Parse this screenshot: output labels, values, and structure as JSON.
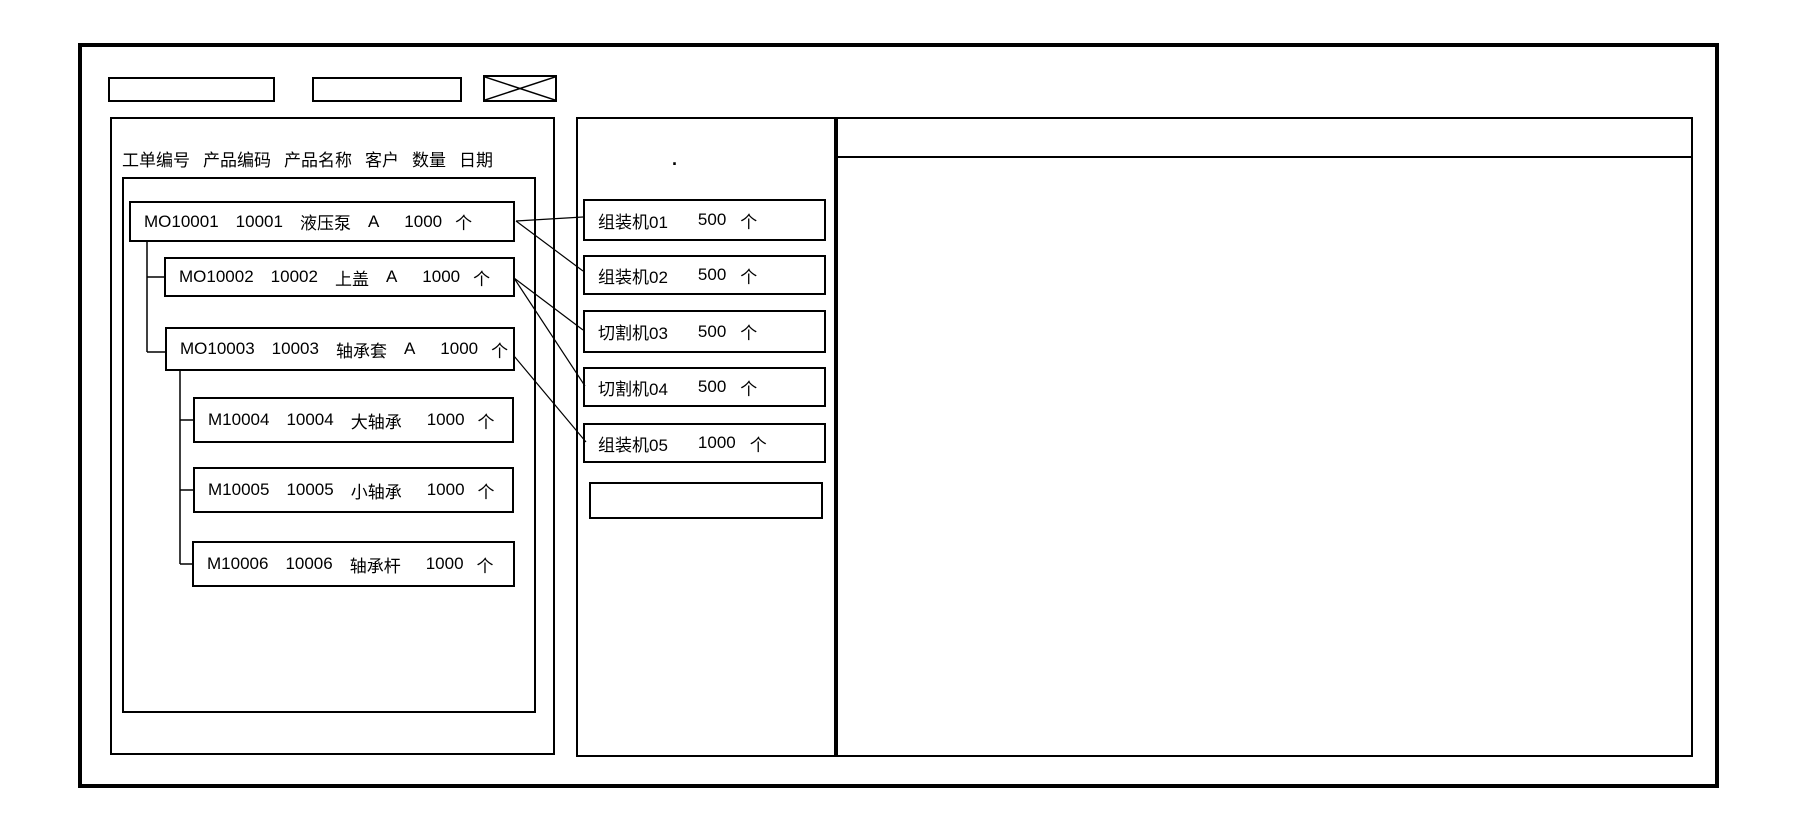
{
  "colors": {
    "stroke": "#000000",
    "background": "#ffffff"
  },
  "toolbar": {
    "field1_value": "",
    "field2_value": ""
  },
  "left_panel": {
    "headers": [
      "工单编号",
      "产品编码",
      "产品名称",
      "客户",
      "数量",
      "日期"
    ],
    "orders": [
      {
        "id": "MO10001",
        "code": "10001",
        "name": "液压泵",
        "customer": "A",
        "qty": "1000",
        "unit": "个"
      },
      {
        "id": "MO10002",
        "code": "10002",
        "name": "上盖",
        "customer": "A",
        "qty": "1000",
        "unit": "个"
      },
      {
        "id": "MO10003",
        "code": "10003",
        "name": "轴承套",
        "customer": "A",
        "qty": "1000",
        "unit": "个"
      },
      {
        "id": "M10004",
        "code": "10004",
        "name": "大轴承",
        "customer": "",
        "qty": "1000",
        "unit": "个"
      },
      {
        "id": "M10005",
        "code": "10005",
        "name": "小轴承",
        "customer": "",
        "qty": "1000",
        "unit": "个"
      },
      {
        "id": "M10006",
        "code": "10006",
        "name": "轴承杆",
        "customer": "",
        "qty": "1000",
        "unit": "个"
      }
    ]
  },
  "machine_panel": {
    "dot": ".",
    "machines": [
      {
        "name": "组装机01",
        "qty": "500",
        "unit": "个"
      },
      {
        "name": "组装机02",
        "qty": "500",
        "unit": "个"
      },
      {
        "name": "切割机03",
        "qty": "500",
        "unit": "个"
      },
      {
        "name": "切割机04",
        "qty": "500",
        "unit": "个"
      },
      {
        "name": "组装机05",
        "qty": "1000",
        "unit": "个"
      },
      {
        "name": "",
        "qty": "",
        "unit": ""
      }
    ]
  },
  "right_panel": {}
}
